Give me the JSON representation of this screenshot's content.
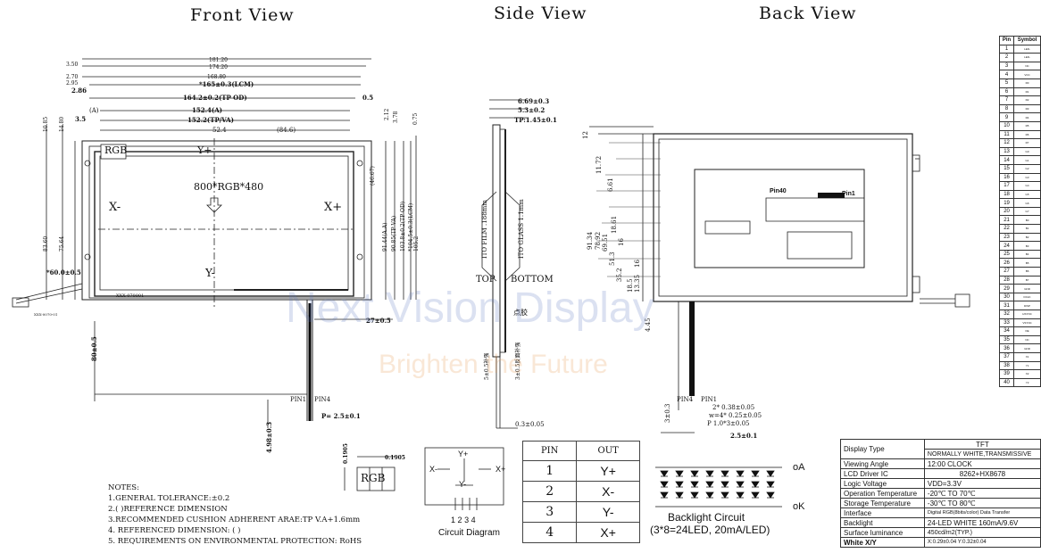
{
  "titles": {
    "front": "Front View",
    "side": "Side View",
    "back": "Back View"
  },
  "watermark": {
    "main": "Next Vision Display",
    "sub": "Brighten the Future"
  },
  "front": {
    "widths": [
      "181.20",
      "174.20",
      "168.80",
      "*165±0.3(LCM)",
      "164.2±0.2(TP OD)",
      "152.4(A)",
      "152.2(TP/VA)",
      "52.4",
      "(84.6)"
    ],
    "left_dims": [
      "3.50",
      "2.70",
      "2.95",
      "2.86",
      "(A)",
      "3.5"
    ],
    "right_small": [
      "0.5",
      "2.12",
      "3.78",
      "0.75"
    ],
    "left_vert": [
      "10.85",
      "14.80",
      "83.60",
      "75.64"
    ],
    "right_vert": [
      "(46.67)",
      "91.44(A.A)",
      "90.85(TP VA)",
      "103.8±0.2(TP OD)",
      "*104.5±0.3(LCM)",
      "105.2"
    ],
    "rgb": "RGB",
    "resolution": "800*RGB*480",
    "axes": {
      "yplus": "Y+",
      "yminus": "Y-",
      "xminus": "X-",
      "xplus": "X+"
    },
    "model": "XXX-070001",
    "fpc_dims": [
      "*60.0±0.5",
      "27±0.5",
      "80±0.5",
      "4.98±0.3"
    ],
    "pins": {
      "pin1": "PIN1",
      "pin4": "PIN4"
    },
    "pitch": "P= 2.5±0.1",
    "connector": "XXX-0070-01"
  },
  "side": {
    "dims": [
      "6.69±0.3",
      "5.3±0.2",
      "TP:1.45±0.1",
      "0.3±0.05"
    ],
    "film": "ITO FILM .188mm",
    "glass": "ITO GLASS 1.1mm",
    "top": "TOP",
    "bottom": "BOTTOM",
    "label_cn": "点胶",
    "stiff_a": "5±0.5补强",
    "stiff_b": "3±0.5反面补强"
  },
  "back": {
    "top_dim": "12",
    "dims": [
      "11.72",
      "6.61",
      "91.34",
      "78.92",
      "69.51",
      "51.3",
      "35.2",
      "18.5",
      "13.35",
      "4.45",
      "16",
      "18.61",
      "16"
    ],
    "pin40": "Pin40",
    "pin1": "Pin1",
    "pins": {
      "pin4": "PIN4",
      "pin1": "PIN1"
    },
    "fpc_notes": [
      "2* 0.38±0.05",
      "w=4* 0.25±0.05",
      "P 1.0*3±0.05",
      "2.5±0.1"
    ],
    "len": "3±0.3"
  },
  "notes": {
    "title": "NOTES:",
    "lines": [
      "1.GENERAL TOLERANCE:±0.2",
      "2.( )REFERENCE DIMENSION",
      "3.RECOMMENDED CUSHION ADHERENT ARAE:TP V.A+1.6mm",
      "4. REFERENCED DIMENSION: ( )",
      "5. REQUIREMENTS ON ENVIRONMENTAL PROTECTION: RoHS"
    ]
  },
  "pixel": {
    "rgb": "RGB",
    "d1": "0.1905",
    "d2": "0.1905"
  },
  "circuit": {
    "caption": "Circuit Diagram",
    "yplus": "Y+",
    "yminus": "Y-",
    "xminus": "X-",
    "xplus": "X+",
    "pins": [
      "1",
      "2",
      "3",
      "4"
    ]
  },
  "pin_table": {
    "headers": [
      "PIN",
      "OUT"
    ],
    "rows": [
      [
        "1",
        "Y+"
      ],
      [
        "2",
        "X-"
      ],
      [
        "3",
        "Y-"
      ],
      [
        "4",
        "X+"
      ]
    ]
  },
  "backlight": {
    "title": "Backlight Circuit",
    "subtitle": "(3*8=24LED, 20mA/LED)",
    "anode": "oA",
    "cathode": "oK"
  },
  "spec": {
    "display_type_label": "Display Type",
    "tft": "TFT",
    "mode": "NORMALLY WHITE,TRANSMISSIVE",
    "rows": [
      [
        "Viewing Angle",
        "12:00 CLOCK"
      ],
      [
        "LCD Driver IC",
        "8262+HX8678"
      ],
      [
        "Logic Voltage",
        "VDD=3.3V"
      ],
      [
        "Operation Temperature",
        "-20℃ TO 70℃"
      ],
      [
        "Storage Temperature",
        "-30℃ TO 80℃"
      ],
      [
        "Interface",
        "Digital RGB(8bits/color) Data Transfer"
      ],
      [
        "Backlight",
        "24-LED WHITE 160mA/9.6V"
      ],
      [
        "Surface luminance",
        "450cd/m2(TYP.)"
      ],
      [
        "White X/Y",
        "X:0.29±0.04 Y:0.32±0.04"
      ]
    ]
  },
  "pin_list": {
    "headers": [
      "Pin",
      "Symbol"
    ],
    "pins": [
      "1",
      "2",
      "3",
      "4",
      "5",
      "6",
      "7",
      "8",
      "9",
      "10",
      "11",
      "12",
      "13",
      "14",
      "15",
      "16",
      "17",
      "18",
      "19",
      "20",
      "21",
      "22",
      "23",
      "24",
      "25",
      "26",
      "27",
      "28",
      "29",
      "30",
      "31",
      "32",
      "33",
      "34",
      "35",
      "36",
      "37",
      "38",
      "39",
      "40"
    ],
    "symbols": [
      "LED-",
      "LED-",
      "NC",
      "VCC",
      "R0",
      "R1",
      "R2",
      "R3",
      "R4",
      "R5",
      "R6",
      "R7",
      "G0",
      "G1",
      "G2",
      "G3",
      "G4",
      "G5",
      "G6",
      "G7",
      "B0",
      "B1",
      "B2",
      "B3",
      "B4",
      "B5",
      "B6",
      "B7",
      "GND",
      "DCLK",
      "DISP",
      "HSYNC",
      "VSYNC",
      "DE",
      "NC",
      "GND",
      "X1",
      "Y1",
      "X2",
      "Y2"
    ]
  }
}
